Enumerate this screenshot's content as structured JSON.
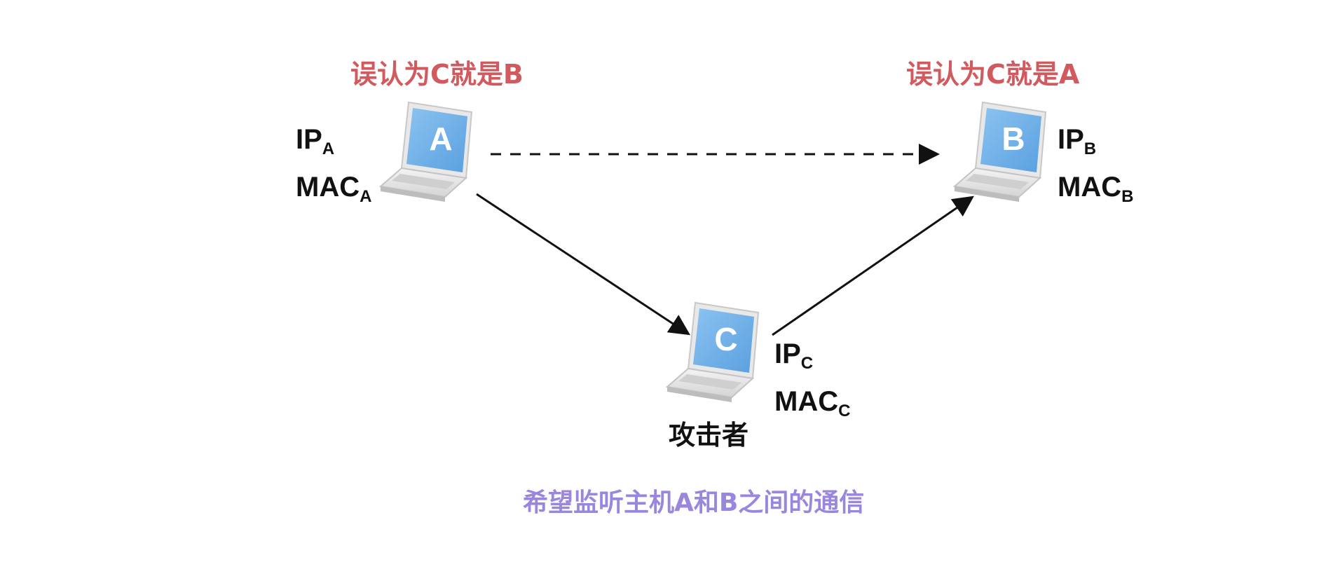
{
  "hostA": {
    "letter": "A",
    "note": "误认为C就是B",
    "ip_main": "IP",
    "ip_sub": "A",
    "mac_main": "MAC",
    "mac_sub": "A"
  },
  "hostB": {
    "letter": "B",
    "note": "误认为C就是A",
    "ip_main": "IP",
    "ip_sub": "B",
    "mac_main": "MAC",
    "mac_sub": "B"
  },
  "hostC": {
    "letter": "C",
    "role": "攻击者",
    "ip_main": "IP",
    "ip_sub": "C",
    "mac_main": "MAC",
    "mac_sub": "C"
  },
  "caption": "希望监听主机A和B之间的通信",
  "colors": {
    "note": "#d05a5e",
    "caption": "#9a86dd",
    "screen": "#6aaee8",
    "arrow": "#111111"
  },
  "icons": [
    "laptop-icon"
  ]
}
